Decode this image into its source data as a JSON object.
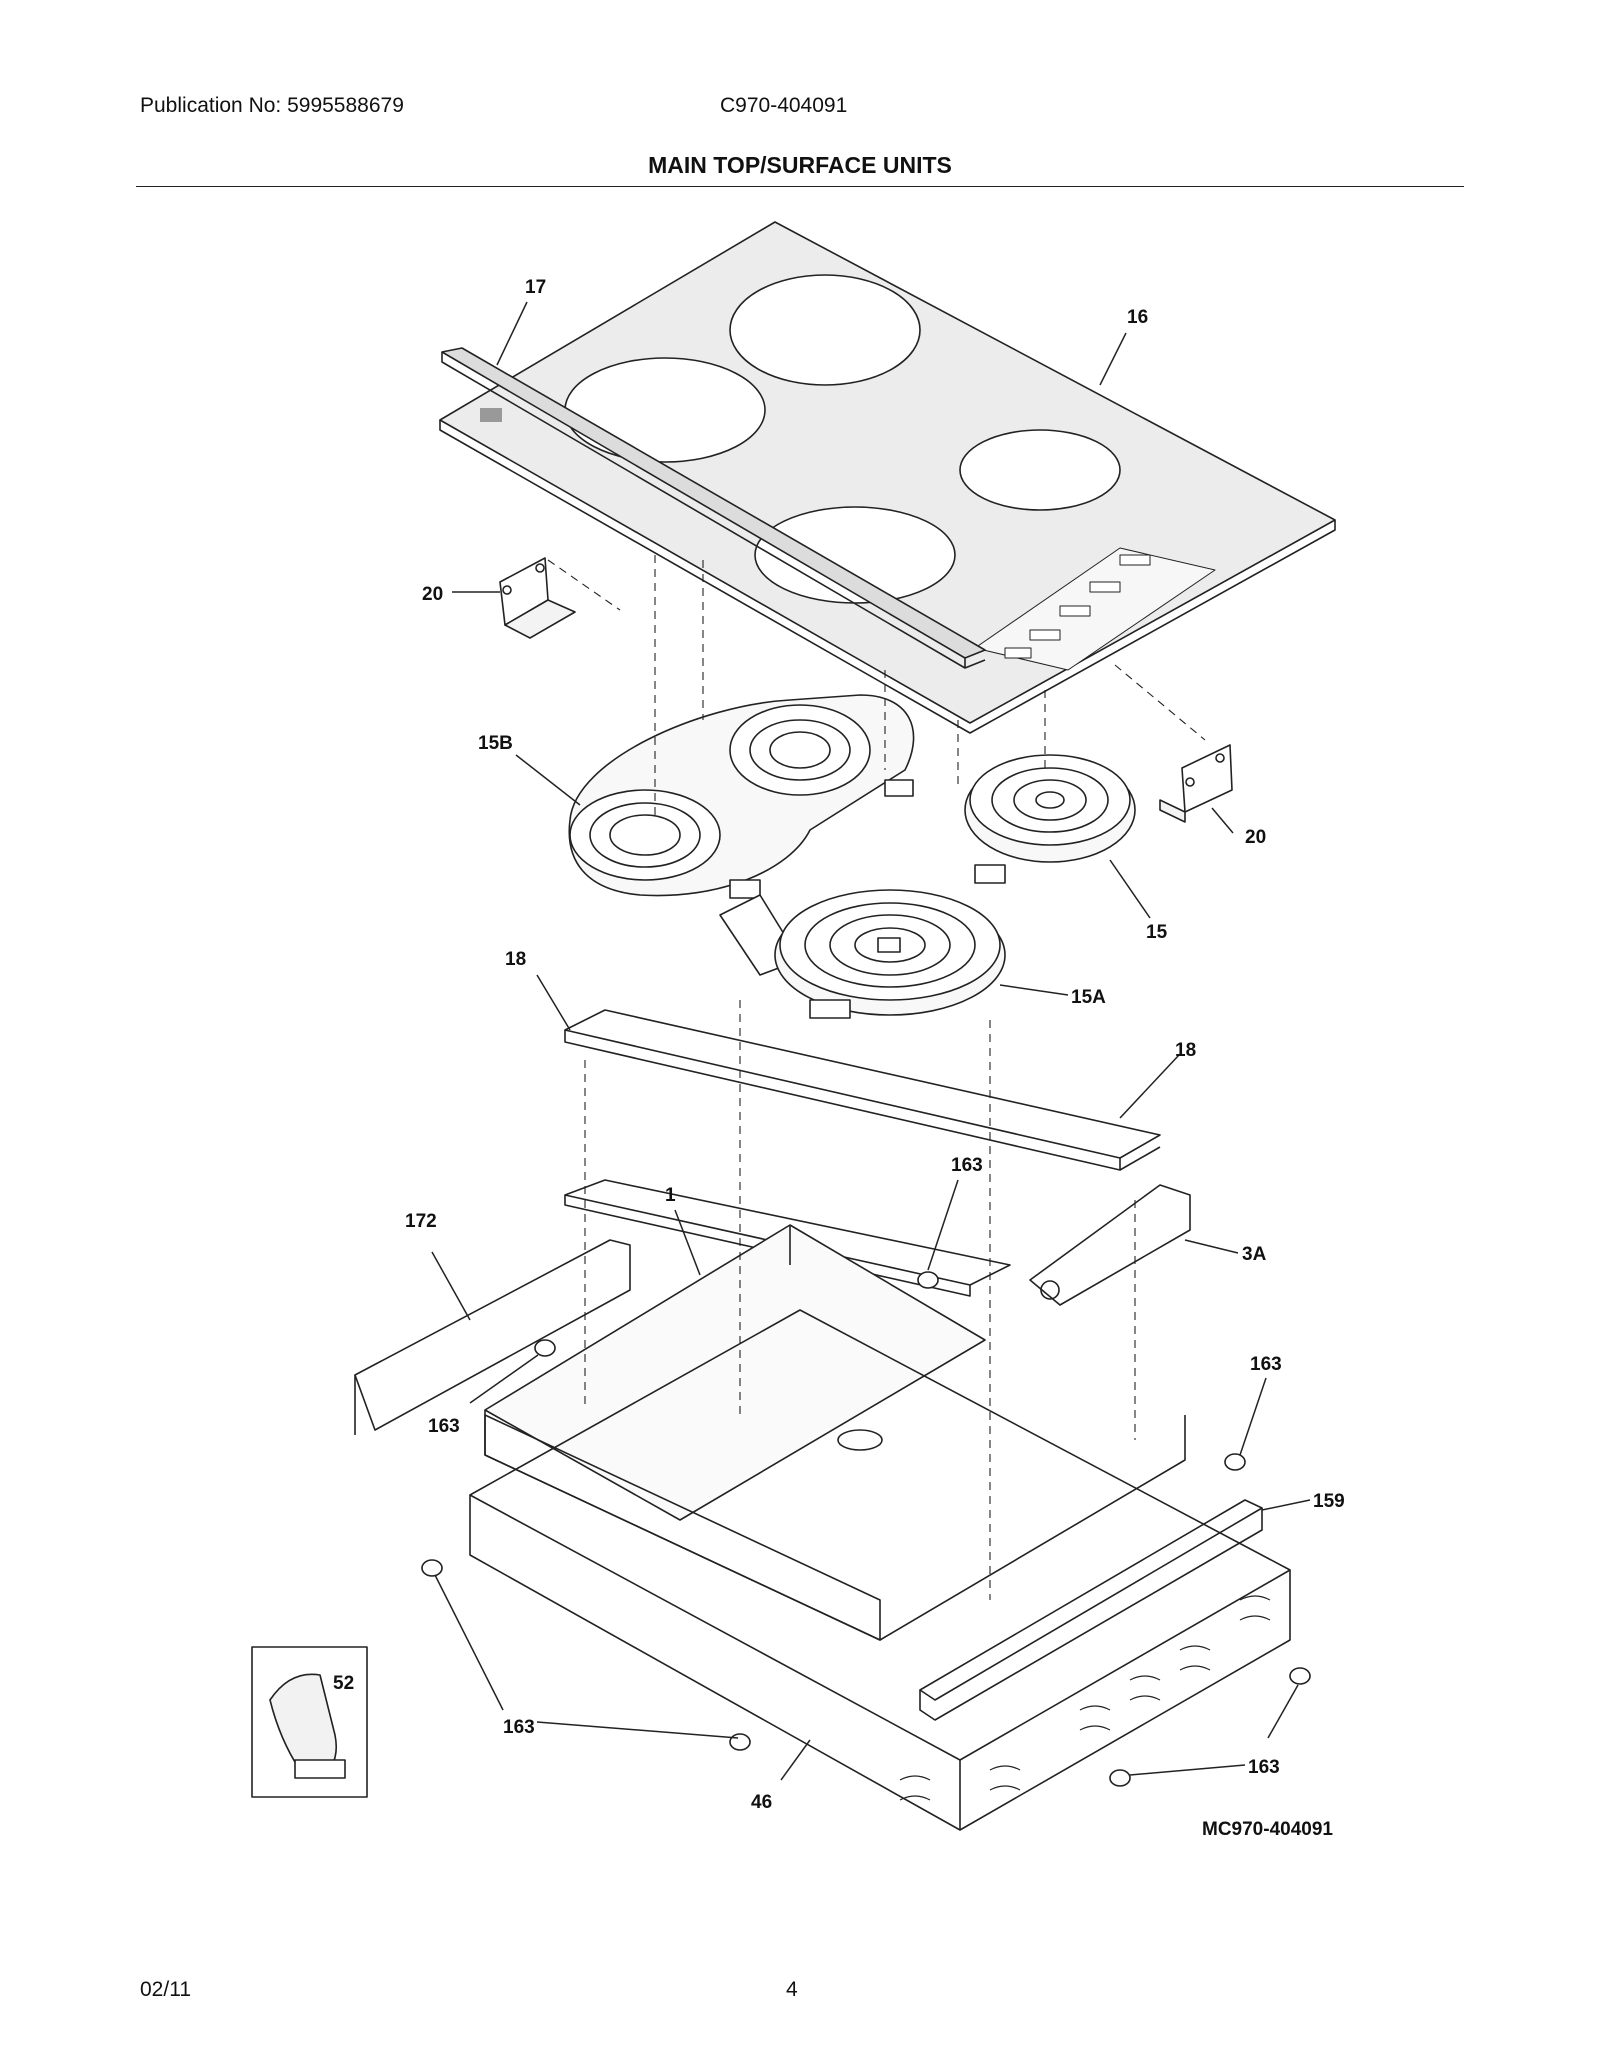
{
  "header": {
    "publication": "Publication No: 5995588679",
    "model": "C970-404091",
    "title": "MAIN TOP/SURFACE UNITS"
  },
  "diagram": {
    "callouts": {
      "c17": "17",
      "c16": "16",
      "c20a": "20",
      "c15b": "15B",
      "c20b": "20",
      "c15": "15",
      "c18a": "18",
      "c15a": "15A",
      "c18b": "18",
      "c163a": "163",
      "c1": "1",
      "c172": "172",
      "c3a": "3A",
      "c163b": "163",
      "c163c": "163",
      "c159": "159",
      "c52": "52",
      "c163d": "163",
      "c163e": "163",
      "c46": "46"
    },
    "drawing_id": "MC970-404091"
  },
  "footer": {
    "date": "02/11",
    "page": "4"
  }
}
